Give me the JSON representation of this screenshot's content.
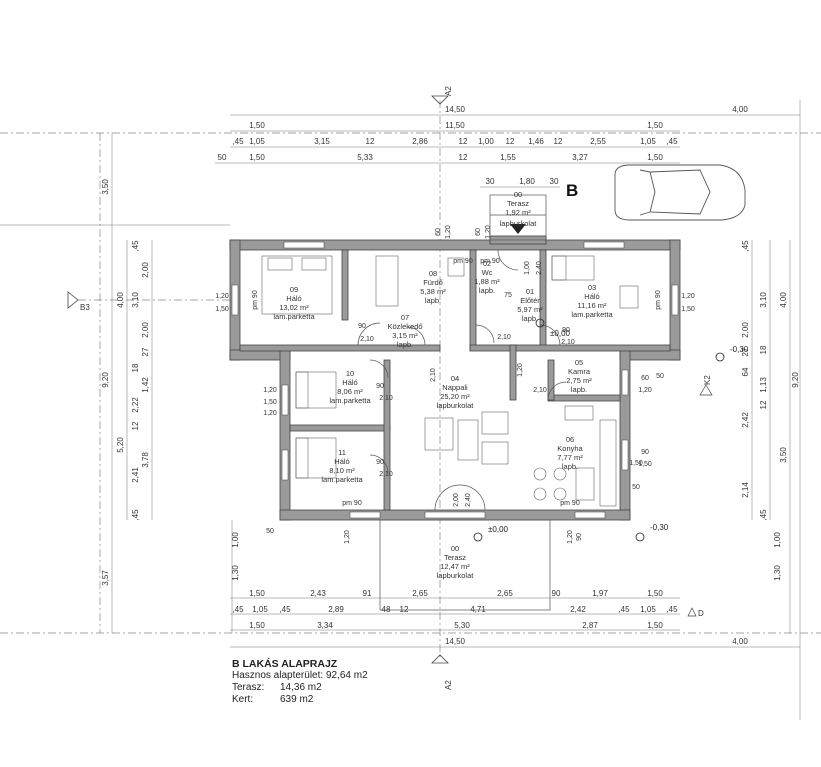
{
  "title_block": {
    "title": "B LAKÁS ALAPRAJZ",
    "useful_area": "Hasznos alapterület: 92,64 m2",
    "terrace_label": "Terasz:",
    "terrace_value": "14,36 m2",
    "garden_label": "Kert:",
    "garden_value": "639 m2"
  },
  "building_label": "B",
  "section_marks": {
    "a2": "A2",
    "b3": "B3",
    "k2": "K2",
    "d": "D"
  },
  "levels": {
    "entry": "±0,00",
    "terrace": "±0,00",
    "right": "-0,30",
    "bottom_right": "-0,30"
  },
  "rooms": [
    {
      "id": "09",
      "name": "Háló",
      "area": "13,02 m²",
      "floor": "lam.parketta"
    },
    {
      "id": "08",
      "name": "Fürdő",
      "area": "5,38 m²",
      "floor": "lapb."
    },
    {
      "id": "02",
      "name": "Wc",
      "area": "1,88 m²",
      "floor": "lapb."
    },
    {
      "id": "01",
      "name": "Előtér",
      "area": "5,97 m²",
      "floor": "lapb."
    },
    {
      "id": "03",
      "name": "Háló",
      "area": "11,16 m²",
      "floor": "lam.parketta"
    },
    {
      "id": "07",
      "name": "Közlekedő",
      "area": "3,15 m²",
      "floor": "lapb."
    },
    {
      "id": "10",
      "name": "Háló",
      "area": "8,06 m²",
      "floor": "lam.parketta"
    },
    {
      "id": "04",
      "name": "Nappali",
      "area": "25,20 m²",
      "floor": "lapburkolat"
    },
    {
      "id": "05",
      "name": "Kamra",
      "area": "2,75 m²",
      "floor": "lapb."
    },
    {
      "id": "11",
      "name": "Háló",
      "area": "8,10 m²",
      "floor": "lam.parketta"
    },
    {
      "id": "06",
      "name": "Konyha",
      "area": "7,77 m²",
      "floor": "lapb."
    },
    {
      "id": "00",
      "name": "Terasz",
      "area": "12,47 m²",
      "floor": "lapburkolat"
    },
    {
      "id": "00",
      "name": "Terasz",
      "area": "1,92 m²",
      "floor": "lapburkolat"
    }
  ],
  "dims": {
    "top_overall": [
      "14,50",
      "4,00"
    ],
    "top_row1": [
      "1,50",
      "11,50",
      "1,50"
    ],
    "top_row2": [
      ",45",
      "1,05",
      "3,15",
      "12",
      "2,86",
      "12",
      "1,00",
      "12",
      "1,46",
      "12",
      "2,55",
      "1,05",
      ",45"
    ],
    "top_row3": [
      "50",
      "1,50",
      "5,33",
      "12",
      "1,55",
      "3,27",
      "1,50"
    ],
    "entry_top": [
      "30",
      "1,80",
      "30"
    ],
    "bottom_row1": [
      "1,50",
      "2,43",
      "91",
      "2,65",
      "2,65",
      "90",
      "1,97",
      "1,50"
    ],
    "bottom_row2": [
      ",45",
      "1,05",
      ",45",
      "2,89",
      "48",
      "12",
      "4,71",
      "2,42",
      ",45",
      "1,05",
      ",45"
    ],
    "bottom_row3": [
      "1,50",
      "3,34",
      "5,30",
      "2,87",
      "1,50"
    ],
    "bottom_overall": [
      "14,50",
      "4,00"
    ],
    "left_outer": [
      "3,50",
      "9,20",
      "3,57"
    ],
    "left_mid": [
      "4,00",
      "5,20"
    ],
    "left_inner": [
      ",45",
      "2,00",
      "3,10",
      "2,00",
      "27",
      "1,42",
      "18",
      "2,22",
      "12",
      "2,41",
      "3,78",
      ",45",
      "1,00",
      "1,30"
    ],
    "right_outer": [
      "9,20"
    ],
    "right_mid": [
      "4,00",
      "3,50"
    ],
    "right_inner": [
      ",45",
      "3,10",
      "2,00",
      "27",
      "1,13",
      "12",
      "18",
      "64",
      "2,42",
      "2,14",
      ",45",
      "1,00",
      "1,30"
    ],
    "openings": [
      "1,20",
      "1,50",
      "1,20",
      "1,50",
      "1,20",
      "1,50",
      "1,20",
      "1,50",
      "90",
      "90",
      "90",
      "90",
      "60",
      "1,20",
      "60",
      "1,20",
      "1,00",
      "2,40",
      "2,10",
      "2,10",
      "2,10",
      "2,10",
      "2,10",
      "2,10",
      "2,10",
      "1,20",
      "60",
      "1,20",
      "50",
      "50",
      "50",
      "1,20",
      "90",
      "1,50",
      "2,00",
      "2,40",
      "90",
      "1,20"
    ],
    "pm": [
      "pm 90",
      "pm 90",
      "pm 90",
      "pm 90",
      "pm 90",
      "pm 90",
      "75"
    ]
  }
}
